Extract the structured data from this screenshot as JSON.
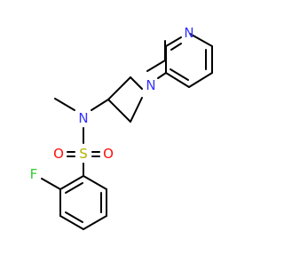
{
  "molecule": {
    "atom_labels": {
      "pyridine_n": "N",
      "azetidine_n": "N",
      "sulfonamide_n": "N",
      "sulfur": "S",
      "oxygen_left": "O",
      "oxygen_right": "O",
      "fluorine": "F"
    },
    "colors": {
      "carbon_bond": "#000000",
      "nitrogen": "#3333FF",
      "oxygen": "#FF0D0D",
      "sulfur": "#B2B200",
      "fluorine": "#33CC33"
    }
  }
}
